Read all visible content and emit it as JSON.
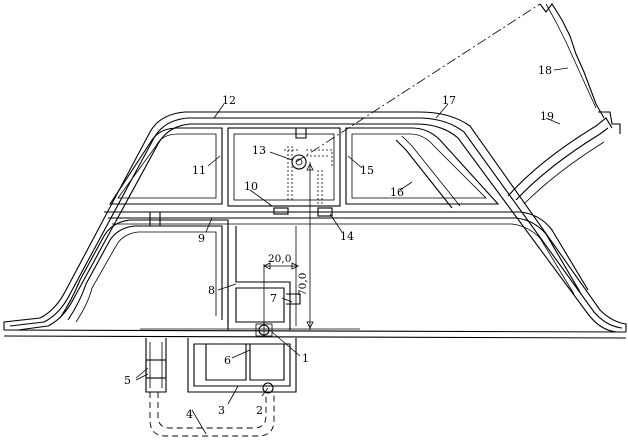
{
  "callouts": {
    "c1": "1",
    "c2": "2",
    "c3": "3",
    "c4": "4",
    "c5": "5",
    "c6": "6",
    "c7": "7",
    "c8": "8",
    "c9": "9",
    "c10": "10",
    "c11": "11",
    "c12": "12",
    "c13": "13",
    "c14": "14",
    "c15": "15",
    "c16": "16",
    "c17": "17",
    "c18": "18",
    "c19": "19"
  },
  "dimensions": {
    "horizontal": "20,0",
    "vertical": "70,0"
  }
}
